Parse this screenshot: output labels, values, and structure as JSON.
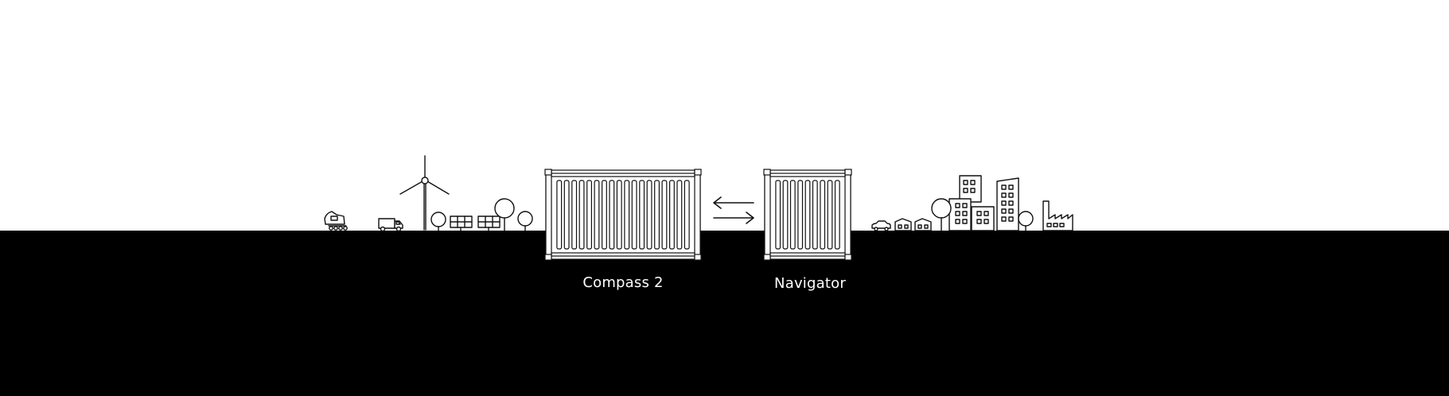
{
  "colors": {
    "background": "#ffffff",
    "ground": "#000000",
    "line": "#111111",
    "label": "#ffffff"
  },
  "containers": [
    {
      "id": "compass",
      "label": "Compass 2",
      "icon": "shipping-container-icon"
    },
    {
      "id": "navigator",
      "label": "Navigator",
      "icon": "shipping-container-icon"
    }
  ],
  "exchange_icon": "bidirectional-arrows-icon",
  "left_scene_icons": [
    "boat-icon",
    "van-icon",
    "wind-turbine-icon",
    "tree-icon",
    "solar-panel-icon"
  ],
  "right_scene_icons": [
    "car-icon",
    "house-icon",
    "tree-icon",
    "apartment-building-icon",
    "factory-icon"
  ]
}
